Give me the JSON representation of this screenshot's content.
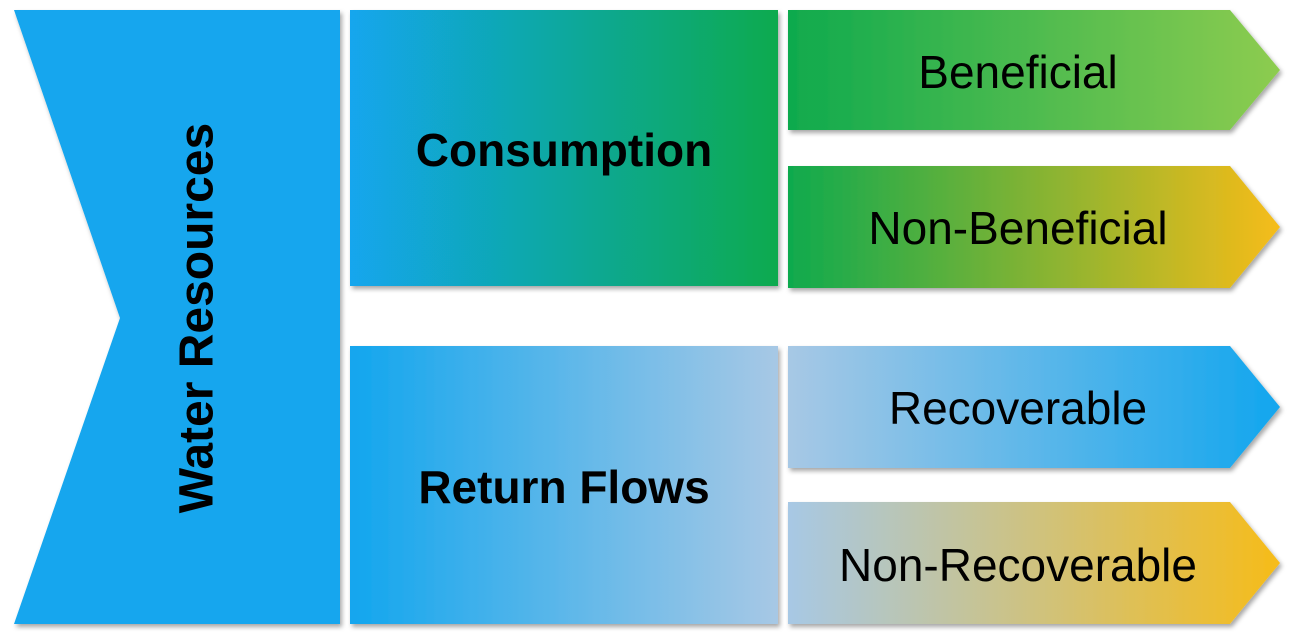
{
  "diagram": {
    "root": {
      "label": "Water Resources"
    },
    "categories": [
      {
        "label": "Consumption"
      },
      {
        "label": "Return Flows"
      }
    ],
    "outcomes": [
      {
        "label": "Beneficial"
      },
      {
        "label": "Non-Beneficial"
      },
      {
        "label": "Recoverable"
      },
      {
        "label": "Non-Recoverable"
      }
    ]
  },
  "colors": {
    "blue": "#12A6EE",
    "green": "#0FAA4E",
    "light_green": "#8DCC50",
    "light_blue": "#A7C8E5",
    "orange": "#F6BC19",
    "text": "#000000"
  }
}
